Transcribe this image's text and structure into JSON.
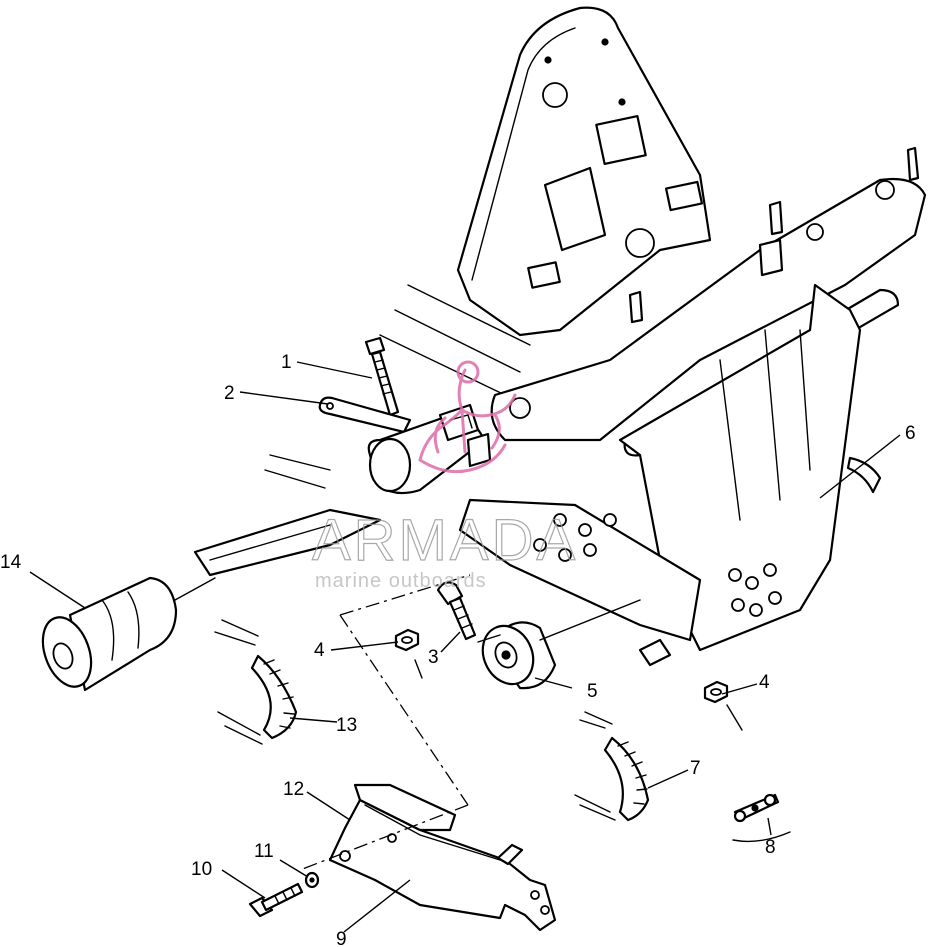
{
  "diagram": {
    "callouts": [
      "1",
      "2",
      "3",
      "4",
      "4",
      "5",
      "6",
      "7",
      "8",
      "9",
      "10",
      "11",
      "12",
      "13",
      "14"
    ]
  },
  "watermark": {
    "brand": "ARMADA",
    "tagline": "marine outboards",
    "accent_color": "#e06ca8"
  }
}
